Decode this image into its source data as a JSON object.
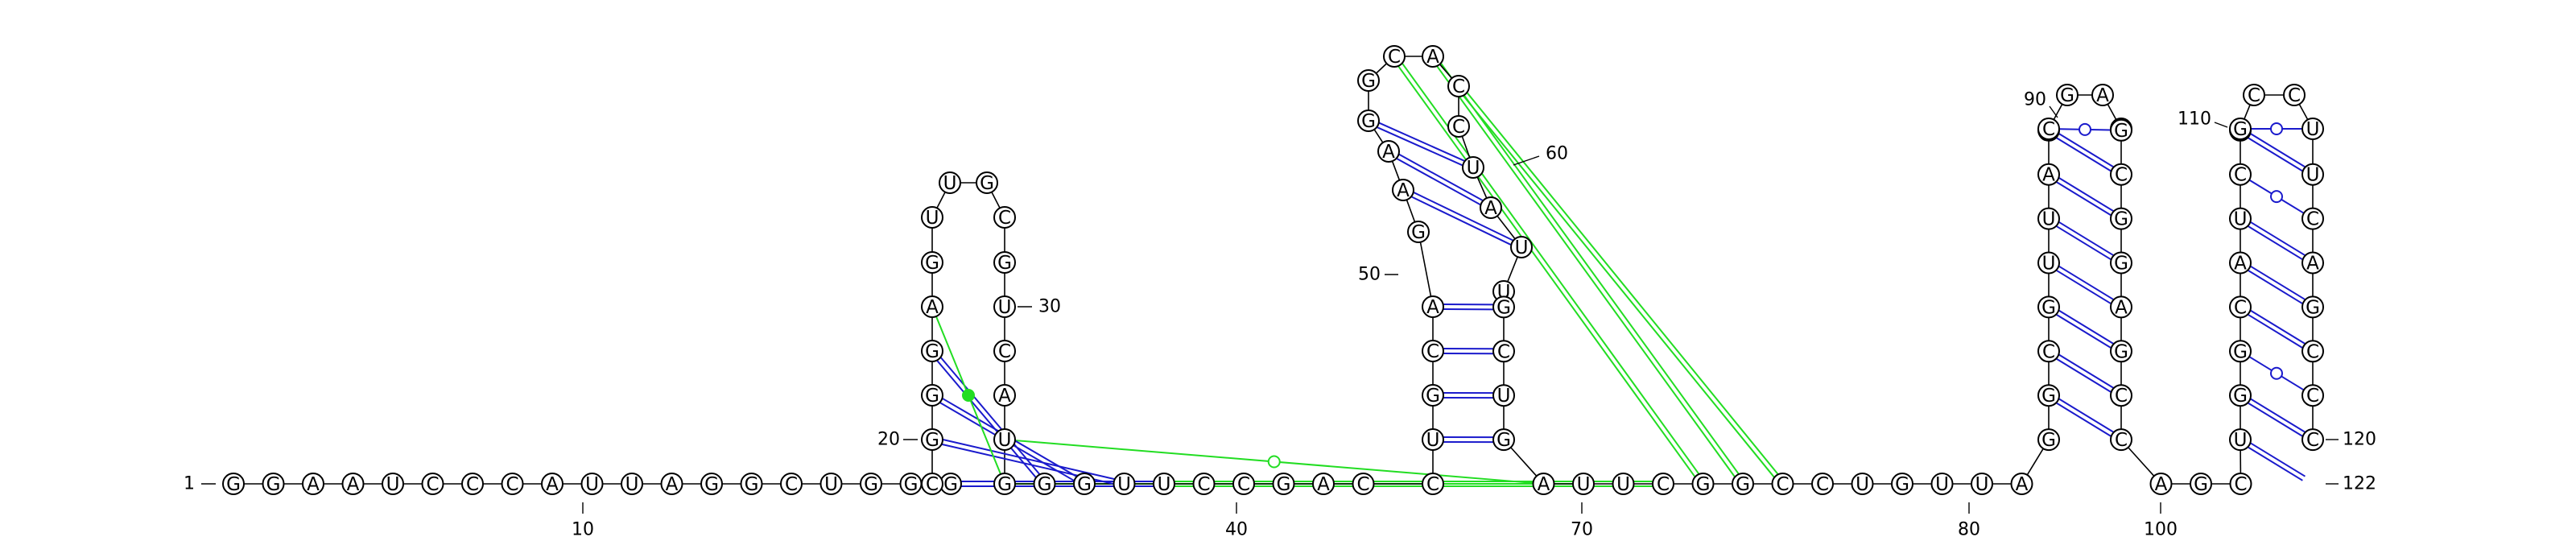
{
  "colors": {
    "backbone": "#000000",
    "pair": "#1a1acc",
    "pseudoknot": "#22dd22",
    "nucleotide_fill": "#ffffff",
    "nucleotide_stroke": "#000000"
  },
  "icons": {
    "gu_pair_marker": "hollow-circle",
    "noncanonical_pair_marker": "filled-circle"
  },
  "sequence": "GGAAUCCCAUUAGGCUGGGCGGGAGUUGCGUCAUGGGUUCCGACCUGCAGAAGGCACCUAUUGCUGAUUCGGCCUGUUAGGCGUUACCGAUGCGGAGCCAGCUGGCAUCCGCCUUCAGCCC",
  "stems": [
    {
      "pairs": [
        [
          20,
          39
        ],
        [
          21,
          38
        ],
        [
          22,
          37
        ],
        [
          23,
          36
        ],
        [
          24,
          35
        ]
      ],
      "marks": {
        "24-35": "filled-circle"
      }
    },
    {
      "pairs": [
        [
          46,
          66
        ],
        [
          47,
          65
        ],
        [
          48,
          64
        ],
        [
          49,
          63
        ]
      ]
    },
    {
      "pairs": [
        [
          51,
          61
        ],
        [
          52,
          60
        ],
        [
          53,
          59
        ]
      ]
    },
    {
      "pairs": [
        [
          81,
          99
        ],
        [
          82,
          98
        ],
        [
          83,
          97
        ],
        [
          84,
          96
        ],
        [
          85,
          95
        ],
        [
          86,
          94
        ],
        [
          87,
          93
        ],
        [
          88,
          92
        ]
      ],
      "marks": {
        "88-92": "hollow-circle"
      }
    },
    {
      "pairs": [
        [
          103,
          122
        ],
        [
          104,
          121
        ],
        [
          105,
          120
        ],
        [
          106,
          119
        ],
        [
          107,
          118
        ],
        [
          108,
          117
        ],
        [
          109,
          116
        ],
        [
          110,
          115
        ],
        [
          111,
          114
        ]
      ],
      "marks": {
        "105-120": "hollow-circle",
        "109-116": "hollow-circle",
        "111-114": "hollow-circle"
      }
    }
  ],
  "pseudoknots": [
    {
      "from": 34,
      "to": 67,
      "double": false,
      "mark": "hollow-circle"
    },
    {
      "from": 35,
      "to": 68,
      "double": false
    },
    {
      "from": 36,
      "to": 69,
      "double": true
    },
    {
      "from": 37,
      "to": 70,
      "double": true
    },
    {
      "from": 55,
      "to": 71,
      "double": true
    },
    {
      "from": 56,
      "to": 72,
      "double": true
    },
    {
      "from": 57,
      "to": 73,
      "double": true
    }
  ],
  "position_labels": [
    "1",
    "20",
    "30",
    "50",
    "60",
    "90",
    "110",
    "120",
    "122"
  ],
  "axis_ticks": [
    "10",
    "40",
    "70",
    "80",
    "100"
  ]
}
